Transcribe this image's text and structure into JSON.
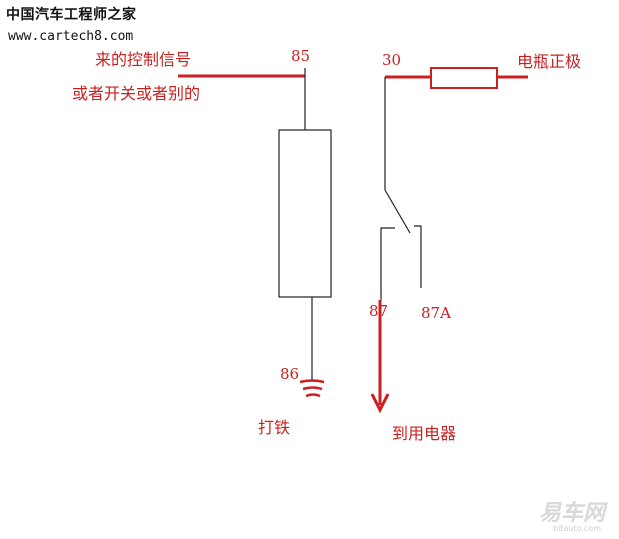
{
  "watermark": {
    "site_name": "中国汽车工程师之家",
    "url": "www.cartech8.com",
    "logo_text": "易车网",
    "logo_url": "bitauto.com"
  },
  "labels": {
    "control_signal": "来的控制信号",
    "switch_or_other": "或者开关或者别的",
    "pin_85": "85",
    "pin_30": "30",
    "battery_positive": "电瓶正极",
    "pin_86": "86",
    "ground": "打铁",
    "pin_87": "87",
    "pin_87a": "87A",
    "to_appliance": "到用电器"
  },
  "colors": {
    "annotation_red": "#cc1f1f",
    "line_black": "#222222"
  }
}
